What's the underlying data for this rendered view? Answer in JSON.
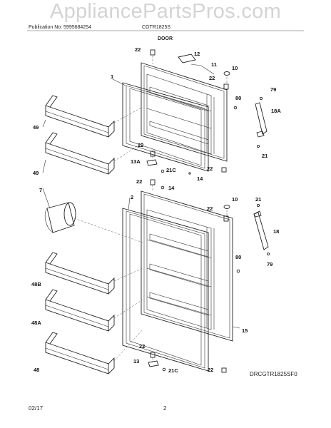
{
  "watermark": "AppliancePartsPros.com",
  "header": {
    "publication": "Publication No: 5995684254",
    "model": "CGTR1825S",
    "section": "DOOR"
  },
  "footer": {
    "date": "02/17",
    "page": "2",
    "drawing_code": "DRCGTR1825SF0"
  },
  "callouts": [
    "22",
    "12",
    "11",
    "1",
    "10",
    "22",
    "80",
    "79",
    "18A",
    "49",
    "21",
    "22",
    "13A",
    "21C",
    "22",
    "49",
    "14",
    "22",
    "14",
    "7",
    "2",
    "10",
    "21",
    "22",
    "18",
    "80",
    "79",
    "48B",
    "48A",
    "15",
    "22",
    "13",
    "21C",
    "22",
    "48"
  ]
}
